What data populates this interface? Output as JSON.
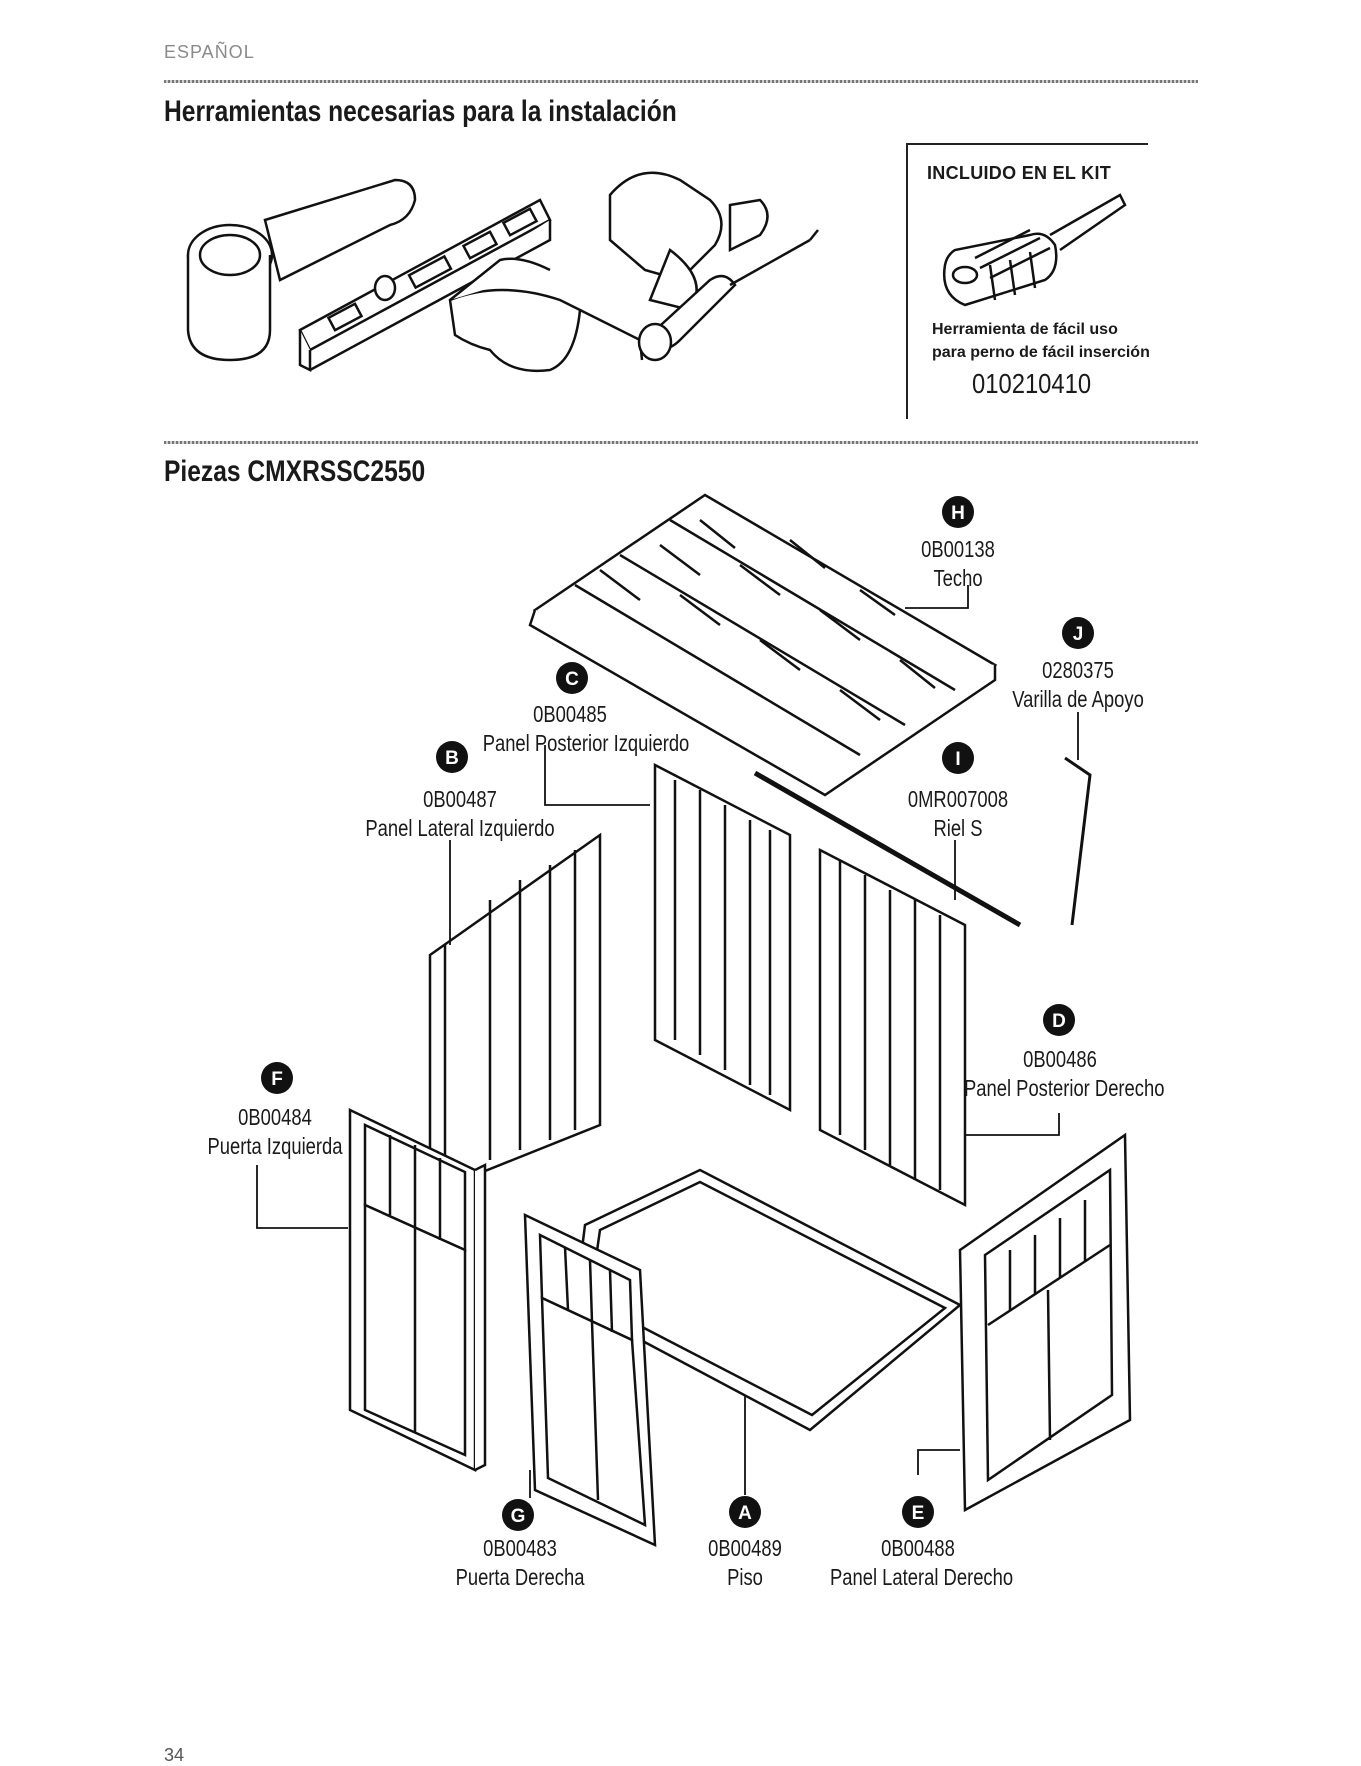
{
  "header": {
    "language": "ESPAÑOL"
  },
  "tools_section": {
    "title": "Herramientas necesarias para la instalación"
  },
  "kit_box": {
    "title": "INCLUIDO EN EL KIT",
    "description_line1": "Herramienta de fácil uso",
    "description_line2": "para perno de fácil inserción",
    "part_number": "010210410"
  },
  "parts_section": {
    "title": "Piezas CMXRSSC2550"
  },
  "parts": {
    "H": {
      "letter": "H",
      "number": "0B00138",
      "name": "Techo"
    },
    "J": {
      "letter": "J",
      "number": "0280375",
      "name": "Varilla de Apoyo"
    },
    "C": {
      "letter": "C",
      "number": "0B00485",
      "name": "Panel Posterior Izquierdo"
    },
    "B": {
      "letter": "B",
      "number": "0B00487",
      "name": "Panel Lateral Izquierdo"
    },
    "I": {
      "letter": "I",
      "number": "0MR007008",
      "name": "Riel S"
    },
    "D": {
      "letter": "D",
      "number": "0B00486",
      "name": "Panel Posterior Derecho"
    },
    "F": {
      "letter": "F",
      "number": "0B00484",
      "name": "Puerta Izquierda"
    },
    "G": {
      "letter": "G",
      "number": "0B00483",
      "name": "Puerta Derecha"
    },
    "A": {
      "letter": "A",
      "number": "0B00489",
      "name": "Piso"
    },
    "E": {
      "letter": "E",
      "number": "0B00488",
      "name": "Panel Lateral Derecho"
    }
  },
  "footer": {
    "page_number": "34"
  }
}
